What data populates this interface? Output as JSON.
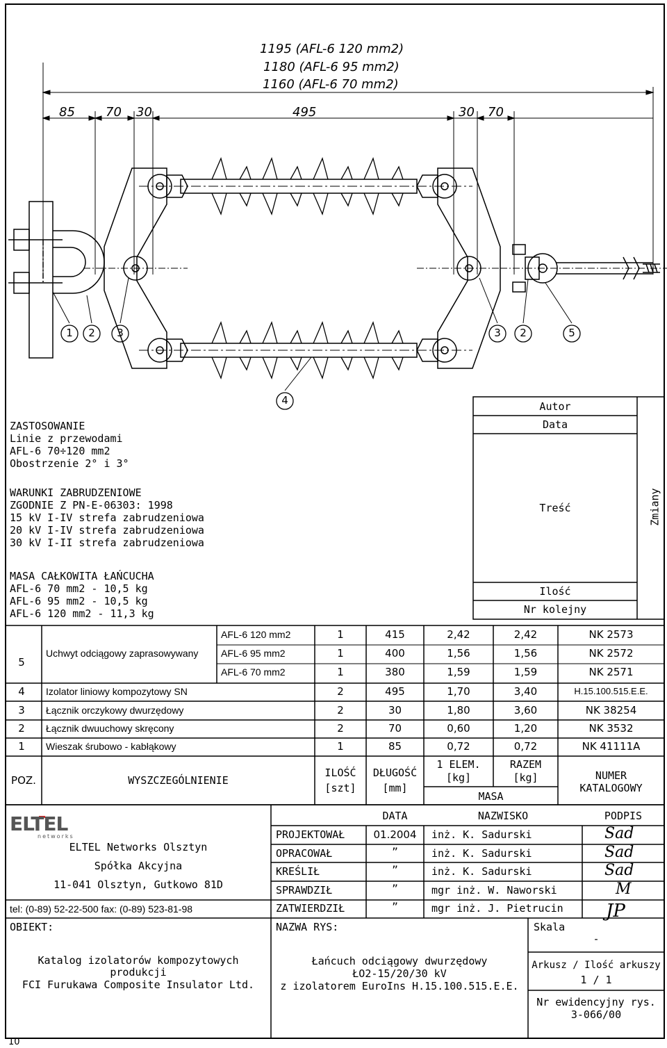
{
  "dimensions": {
    "top": [
      "1195 (AFL-6 120 mm2)",
      "1180 (AFL-6 95 mm2)",
      "1160 (AFL-6 70 mm2)"
    ],
    "segments": [
      "85",
      "70",
      "30",
      "495",
      "30",
      "70"
    ]
  },
  "balloons": [
    "1",
    "2",
    "3",
    "3",
    "2",
    "5",
    "4"
  ],
  "zastosowanie": [
    "ZASTOSOWANIE",
    "Linie z przewodami",
    "AFL-6 70÷120 mm2",
    "Obostrzenie 2° i 3°"
  ],
  "warunki": [
    "WARUNKI ZABRUDZENIOWE",
    "ZGODNIE Z PN-E-06303: 1998",
    "15 kV I-IV strefa zabrudzeniowa",
    "20 kV I-IV strefa zabrudzeniowa",
    "30 kV I-II strefa zabrudzeniowa"
  ],
  "masa": [
    "MASA CAŁKOWITA ŁAŃCUCHA",
    "AFL-6 70 mm2 - 10,5 kg",
    "AFL-6 95 mm2 - 10,5 kg",
    "AFL-6 120 mm2 - 11,3 kg"
  ],
  "changes": {
    "autor": "Autor",
    "data": "Data",
    "tresc": "Treść",
    "zmiany": "Zmiany",
    "ilosc": "Ilość",
    "nr": "Nr kolejny"
  },
  "parts": {
    "rows": [
      {
        "poz": "",
        "name": "",
        "sub": "AFL-6 120 mm2",
        "ilosc": "1",
        "dl": "415",
        "el": "2,42",
        "razem": "2,42",
        "kat": "NK 2573"
      },
      {
        "poz": "5",
        "name": "Uchwyt odciągowy zaprasowywany",
        "sub": "AFL-6 95 mm2",
        "ilosc": "1",
        "dl": "400",
        "el": "1,56",
        "razem": "1,56",
        "kat": "NK 2572"
      },
      {
        "poz": "",
        "name": "",
        "sub": "AFL-6 70 mm2",
        "ilosc": "1",
        "dl": "380",
        "el": "1,59",
        "razem": "1,59",
        "kat": "NK 2571"
      },
      {
        "poz": "4",
        "name": "Izolator liniowy kompozytowy SN",
        "sub": "",
        "ilosc": "2",
        "dl": "495",
        "el": "1,70",
        "razem": "3,40",
        "kat": "H.15.100.515.E.E."
      },
      {
        "poz": "3",
        "name": "Łącznik orczykowy dwurzędowy",
        "sub": "",
        "ilosc": "2",
        "dl": "30",
        "el": "1,80",
        "razem": "3,60",
        "kat": "NK 38254"
      },
      {
        "poz": "2",
        "name": "Łącznik dwuuchowy skręcony",
        "sub": "",
        "ilosc": "2",
        "dl": "70",
        "el": "0,60",
        "razem": "1,20",
        "kat": "NK 3532"
      },
      {
        "poz": "1",
        "name": "Wieszak śrubowo - kabłąkowy",
        "sub": "",
        "ilosc": "1",
        "dl": "85",
        "el": "0,72",
        "razem": "0,72",
        "kat": "NK 41111A"
      }
    ],
    "header": {
      "poz": "POZ.",
      "wysz": "WYSZCZEGÓLNIENIE",
      "ilosc1": "ILOŚĆ",
      "ilosc2": "[szt]",
      "dl1": "DŁUGOŚĆ",
      "dl2": "[mm]",
      "el1": "1 ELEM.",
      "el2": "[kg]",
      "rz1": "RAZEM",
      "rz2": "[kg]",
      "masa": "MASA",
      "nr1": "NUMER",
      "nr2": "KATALOGOWY"
    }
  },
  "company": {
    "logo": "ELTEL",
    "logo_sub": "networks",
    "lines": [
      "ELTEL Networks Olsztyn",
      "Spółka Akcyjna",
      "11-041 Olsztyn, Gutkowo 81D"
    ],
    "tel": "tel: (0-89) 52-22-500 fax: (0-89) 523-81-98"
  },
  "approvals": {
    "head": {
      "data": "DATA",
      "nazwisko": "NAZWISKO",
      "podpis": "PODPIS"
    },
    "rows": [
      {
        "role": "PROJEKTOWAŁ",
        "date": "01.2004",
        "name": "inż. K. Sadurski",
        "sig": "Sad"
      },
      {
        "role": "OPRACOWAŁ",
        "date": "”",
        "name": "inż. K. Sadurski",
        "sig": "Sad"
      },
      {
        "role": "KREŚLIŁ",
        "date": "”",
        "name": "inż. K. Sadurski",
        "sig": "Sad"
      },
      {
        "role": "SPRAWDZIŁ",
        "date": "”",
        "name": "mgr inż. W. Naworski",
        "sig": "M"
      },
      {
        "role": "ZATWIERDZIŁ",
        "date": "”",
        "name": "mgr inż. J. Pietrucin",
        "sig": "JP"
      }
    ]
  },
  "obiekt": {
    "label": "OBIEKT:",
    "lines": [
      "Katalog izolatorów kompozytowych",
      "produkcji",
      "FCI Furukawa Composite Insulator Ltd."
    ]
  },
  "nazwa": {
    "label": "NAZWA RYS:",
    "lines": [
      "Łańcuch odciągowy dwurzędowy",
      "ŁO2-15/20/30 kV",
      "z izolatorem EuroIns H.15.100.515.E.E."
    ]
  },
  "skala": {
    "label": "Skala",
    "value": "-"
  },
  "arkusz": {
    "label": "Arkusz / Ilość arkuszy",
    "value": "1 / 1"
  },
  "nr_ew": {
    "label": "Nr ewidencyjny rys.",
    "value": "3-066/00"
  },
  "page_number": "10"
}
